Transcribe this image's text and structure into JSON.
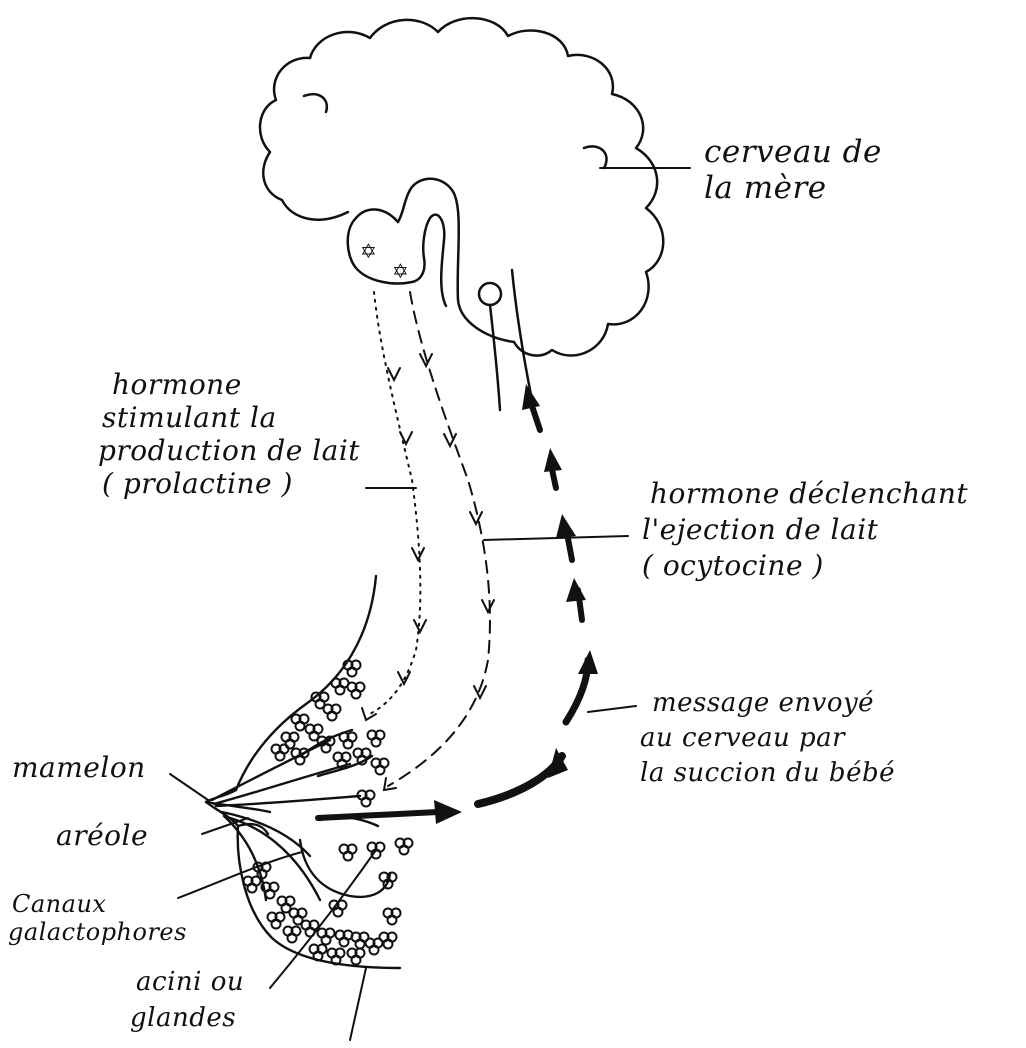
{
  "colors": {
    "ink": "#111111",
    "paper": "#ffffff"
  },
  "labels": {
    "brain": [
      "cerveau de",
      "la mère"
    ],
    "prolactin": [
      "hormone",
      "stimulant la",
      "production de lait",
      "( prolactine )"
    ],
    "oxytocin": [
      "hormone déclenchant",
      "l'ejection de lait",
      "( ocytocine )"
    ],
    "message": [
      "message envoyé",
      "au cerveau par",
      "la succion du bébé"
    ],
    "nipple": "mamelon",
    "areola": "aréole",
    "ducts": [
      "Canaux",
      "galactophores"
    ],
    "acini": [
      "acini ou",
      "glandes"
    ]
  }
}
